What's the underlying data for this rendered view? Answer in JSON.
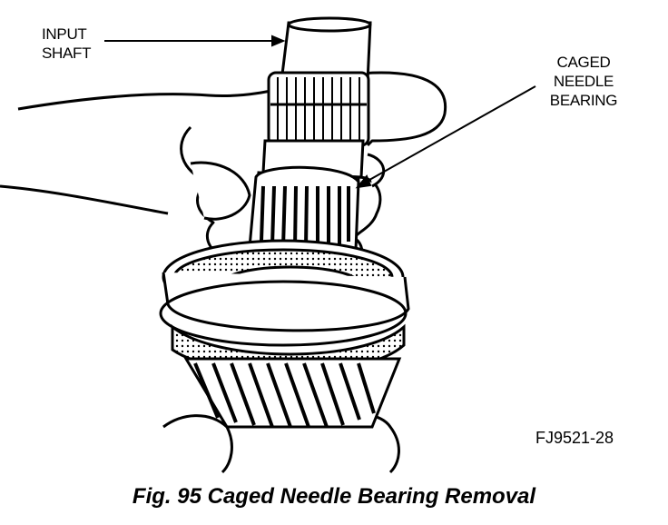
{
  "labels": {
    "input_shaft_line1": "INPUT",
    "input_shaft_line2": "SHAFT",
    "bearing_line1": "CAGED",
    "bearing_line2": "NEEDLE",
    "bearing_line3": "BEARING"
  },
  "figure_id": "FJ9521-28",
  "caption": "Fig. 95 Caged Needle Bearing Removal"
}
